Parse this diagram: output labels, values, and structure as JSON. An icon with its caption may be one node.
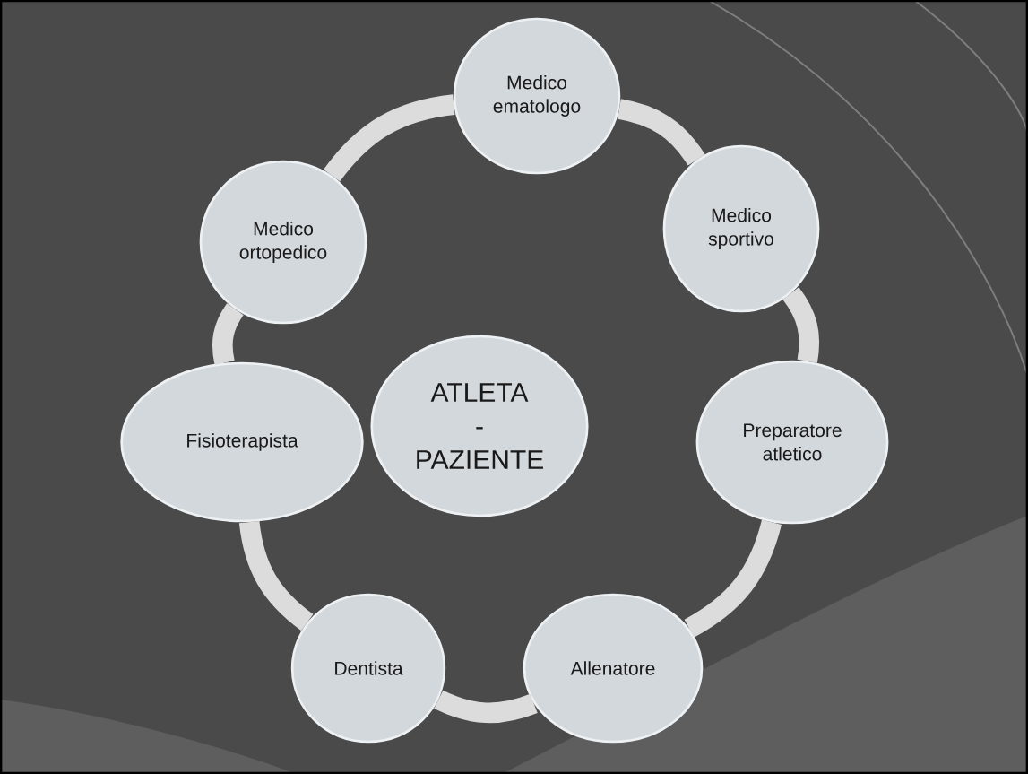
{
  "diagram": {
    "nodes": [
      {
        "text": [
          "Medico ematologo"
        ]
      },
      {
        "text": [
          "Medico ortopedico"
        ]
      },
      {
        "text": [
          "Medico sportivo"
        ]
      },
      {
        "text": [
          "ATLETA - PAZIENTE"
        ]
      },
      {
        "text": [
          "Fisioterapista"
        ]
      },
      {
        "text": [
          "Preparatore atletico"
        ]
      },
      {
        "text": [
          "Dentista"
        ]
      },
      {
        "text": [
          "Allenatore"
        ]
      }
    ],
    "edges": [
      {
        "from": 0,
        "to": 2,
        "arrow": "none"
      },
      {
        "from": 2,
        "to": 5,
        "arrow": "none"
      },
      {
        "from": 5,
        "to": 7,
        "arrow": "none"
      },
      {
        "from": 7,
        "to": 6,
        "arrow": "none"
      },
      {
        "from": 6,
        "to": 4,
        "arrow": "none"
      },
      {
        "from": 4,
        "to": 1,
        "arrow": "none"
      },
      {
        "from": 1,
        "to": 0,
        "arrow": "none"
      }
    ]
  }
}
